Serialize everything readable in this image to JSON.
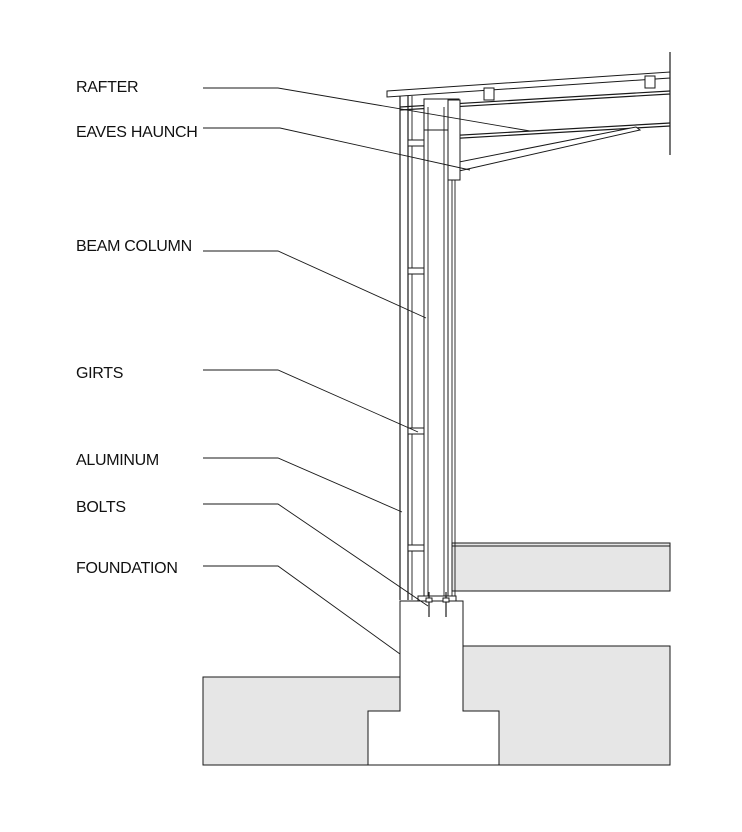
{
  "labels": {
    "rafter": "RAFTER",
    "eaves_haunch": "EAVES HAUNCH",
    "beam_column": "BEAM COLUMN",
    "girts": "GIRTS",
    "aluminum": "ALUMINUM",
    "bolts": "BOLTS",
    "foundation": "FOUNDATION"
  }
}
